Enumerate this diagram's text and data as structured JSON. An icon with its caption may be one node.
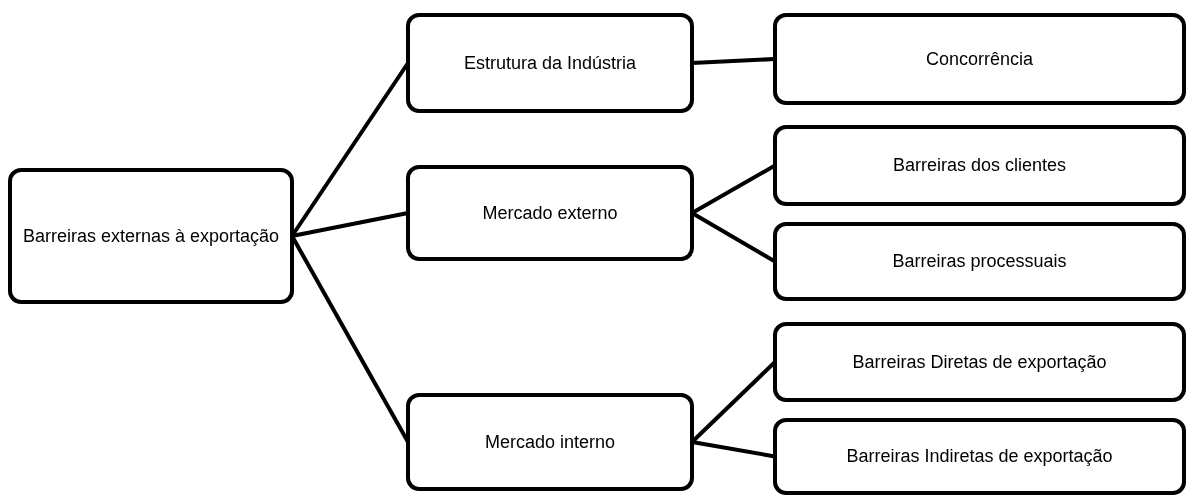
{
  "diagram": {
    "nodes": [
      {
        "text": [
          "Barreiras externas à exportação"
        ]
      },
      {
        "text": [
          "Estrutura da Indústria"
        ]
      },
      {
        "text": [
          "Mercado externo"
        ]
      },
      {
        "text": [
          "Mercado interno"
        ]
      },
      {
        "text": [
          "Concorrência"
        ]
      },
      {
        "text": [
          "Barreiras dos clientes"
        ]
      },
      {
        "text": [
          "Barreiras processuais"
        ]
      },
      {
        "text": [
          "Barreiras Diretas de exportação"
        ]
      },
      {
        "text": [
          "Barreiras Indiretas de exportação"
        ]
      }
    ],
    "edges": [
      {
        "from": 0,
        "to": 1,
        "arrow": "none"
      },
      {
        "from": 0,
        "to": 2,
        "arrow": "none"
      },
      {
        "from": 0,
        "to": 3,
        "arrow": "none"
      },
      {
        "from": 1,
        "to": 4,
        "arrow": "none"
      },
      {
        "from": 2,
        "to": 5,
        "arrow": "none"
      },
      {
        "from": 2,
        "to": 6,
        "arrow": "none"
      },
      {
        "from": 3,
        "to": 7,
        "arrow": "none"
      },
      {
        "from": 3,
        "to": 8,
        "arrow": "none"
      }
    ]
  }
}
